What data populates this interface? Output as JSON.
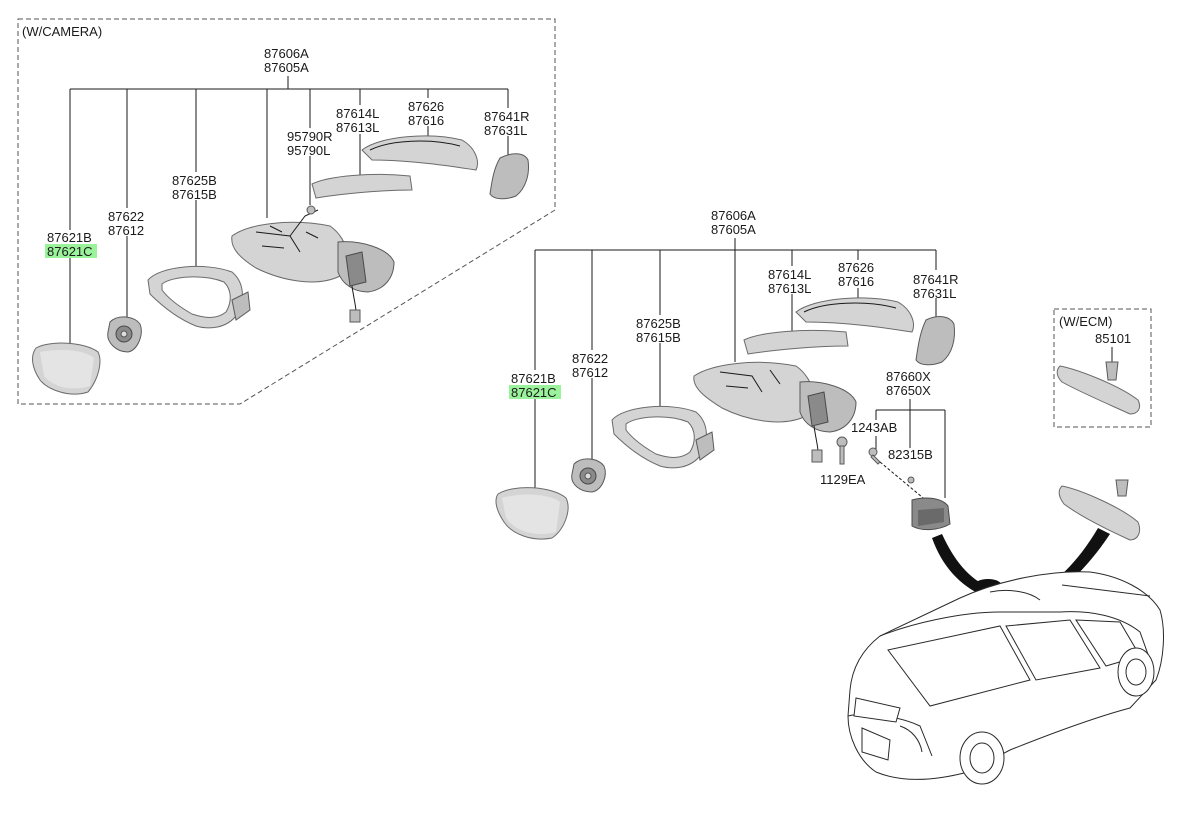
{
  "sections": {
    "camera": "(W/CAMERA)",
    "ecm": "(W/ECM)"
  },
  "labels": {
    "cam_top_a": "87606A",
    "cam_top_b": "87605A",
    "cam_9579_r": "95790R",
    "cam_9579_l": "95790L",
    "cam_8761_4l": "87614L",
    "cam_8761_3l": "87613L",
    "cam_8762_6": "87626",
    "cam_8761_6": "87616",
    "cam_8764_1r": "87641R",
    "cam_8763_1l": "87631L",
    "cam_8762_5b": "87625B",
    "cam_8761_5b": "87615B",
    "cam_8762_2": "87622",
    "cam_8761_2": "87612",
    "cam_8762_1b": "87621B",
    "cam_8762_1c": "87621C",
    "std_top_a": "87606A",
    "std_top_b": "87605A",
    "std_8761_4l": "87614L",
    "std_8761_3l": "87613L",
    "std_8762_6": "87626",
    "std_8761_6": "87616",
    "std_8764_1r": "87641R",
    "std_8763_1l": "87631L",
    "std_8762_5b": "87625B",
    "std_8761_5b": "87615B",
    "std_8762_2": "87622",
    "std_8761_2": "87612",
    "std_8762_1b": "87621B",
    "std_8762_1c": "87621C",
    "std_8766_0x": "87660X",
    "std_8765_0x": "87650X",
    "std_1243ab": "1243AB",
    "std_8231_5b": "82315B",
    "std_1129ea": "1129EA",
    "ecm_85101": "85101"
  },
  "highlight_color": "#9af29a"
}
